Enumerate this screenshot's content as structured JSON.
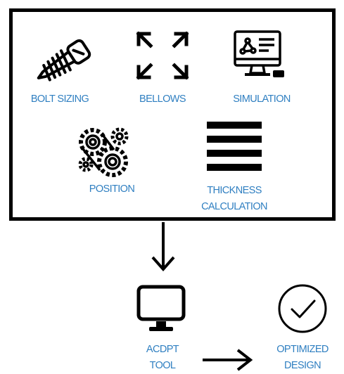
{
  "inputs": {
    "bolt_sizing": "BOLT SIZING",
    "bellows": "BELLOWS",
    "simulation": "SIMULATION",
    "position": "POSITION",
    "thickness_line1": "THICKNESS",
    "thickness_line2": "CALCULATION"
  },
  "tool": {
    "line1": "ACDPT",
    "line2": "TOOL"
  },
  "output": {
    "line1": "OPTIMIZED",
    "line2": "DESIGN"
  },
  "icons": {
    "bolt": "screw-icon",
    "bellows": "expand-arrows-icon",
    "simulation": "computer-analytics-icon",
    "position": "gears-icon",
    "thickness": "horizontal-bars-icon",
    "tool": "monitor-icon",
    "output": "check-circle-icon"
  },
  "colors": {
    "label": "#2f7fc1",
    "line": "#000000"
  }
}
